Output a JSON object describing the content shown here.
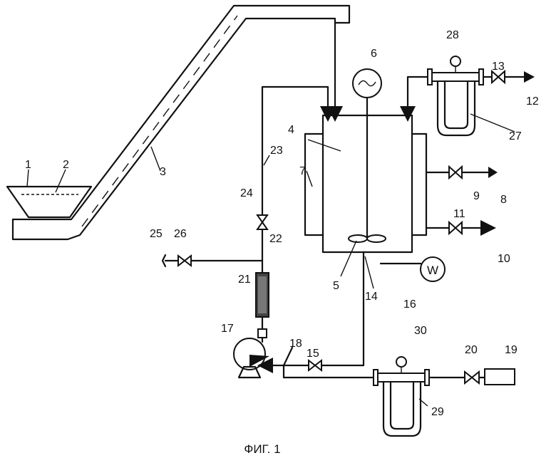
{
  "figure": {
    "caption": "ФИГ. 1",
    "labels": {
      "l1": "1",
      "l2": "2",
      "l3": "3",
      "l4": "4",
      "l5": "5",
      "l6": "6",
      "l7": "7",
      "l8": "8",
      "l9": "9",
      "l10": "10",
      "l11": "11",
      "l12": "12",
      "l13": "13",
      "l14": "14",
      "l15": "15",
      "l16": "16",
      "l17": "17",
      "l18": "18",
      "l19": "19",
      "l20": "20",
      "l21": "21",
      "l22": "22",
      "l23": "23",
      "l24": "24",
      "l25": "25",
      "l26": "26",
      "l27": "27",
      "l28": "28",
      "l29": "29",
      "l30": "30"
    },
    "wattmeter_symbol": "W"
  }
}
